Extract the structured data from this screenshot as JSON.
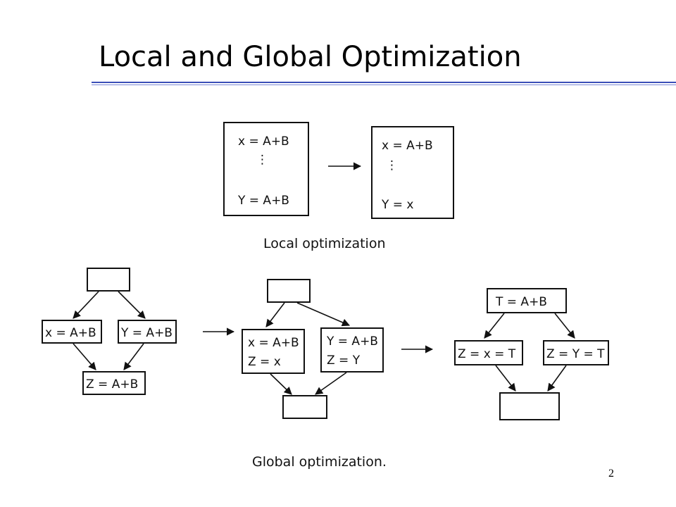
{
  "slide": {
    "title": "Local and Global Optimization",
    "page_number": "2"
  },
  "local": {
    "before": {
      "line1": "x = A+B",
      "line2": "Y = A+B"
    },
    "after": {
      "line1": "x = A+B",
      "line2": "Y = x"
    },
    "caption": "Local optimization"
  },
  "global": {
    "g1": {
      "left": "x = A+B",
      "right": "Y = A+B",
      "bottom": "Z = A+B"
    },
    "g2": {
      "left1": "x = A+B",
      "left2": "Z = x",
      "right1": "Y = A+B",
      "right2": "Z = Y"
    },
    "g3": {
      "top": "T = A+B",
      "left": "Z = x = T",
      "right": "Z = Y = T"
    },
    "caption": "Global optimization."
  }
}
